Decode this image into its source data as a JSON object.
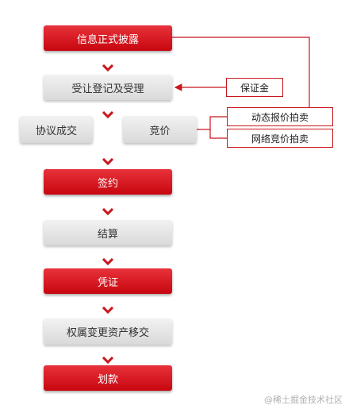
{
  "flow": {
    "disclosure": "信息正式披露",
    "registration": "受让登记及受理",
    "agreement": "协议成交",
    "bidding": "竞价",
    "sign": "签约",
    "settlement": "结算",
    "voucher": "凭证",
    "transfer": "权属变更资产移交",
    "payment": "划款"
  },
  "side": {
    "deposit": "保证金",
    "dynamic_auction": "动态报价拍卖",
    "online_auction": "网络竞价拍卖"
  },
  "watermark": "@稀土掘金技术社区",
  "colors": {
    "accent_red": "#c8161d",
    "gray_box": "#e0e0e0"
  }
}
